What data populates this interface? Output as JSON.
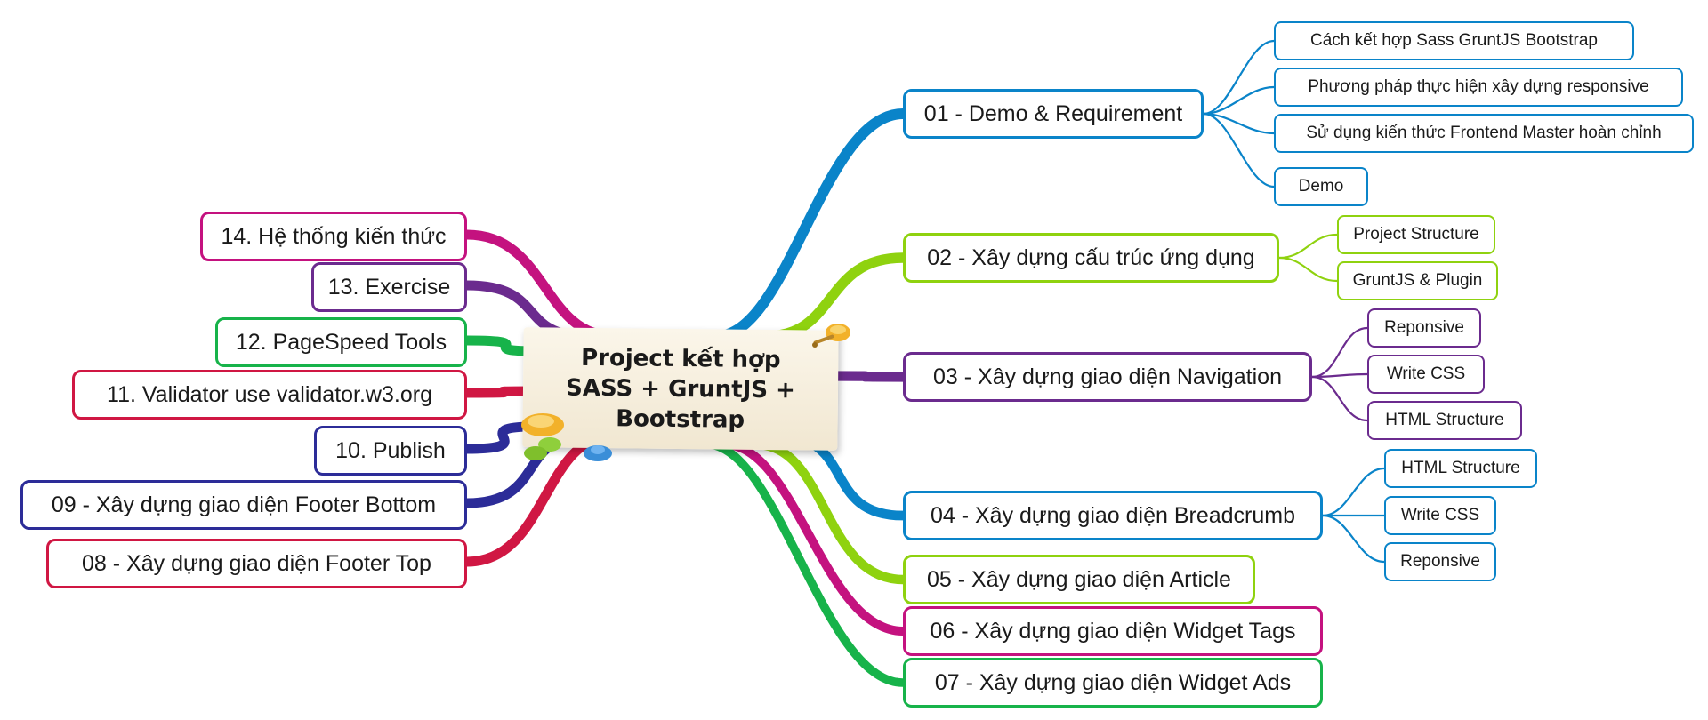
{
  "center": {
    "title": "Project kết hợp\nSASS + GruntJS +\nBootstrap"
  },
  "colors": {
    "blue": "#0a84c9",
    "green": "#8fd20f",
    "purple": "#6b2b8e",
    "magenta": "#c4127f",
    "dkgreen": "#17b34a",
    "red": "#d01743",
    "navy": "#2c2c98"
  },
  "right_branches": [
    {
      "label": "01 - Demo & Requirement",
      "color": "blue",
      "children": [
        "Cách kết hợp Sass GruntJS Bootstrap",
        "Phương pháp thực hiện xây dựng responsive",
        "Sử dụng kiến thức Frontend Master hoàn chỉnh",
        "Demo"
      ]
    },
    {
      "label": "02 - Xây dựng cấu trúc ứng dụng",
      "color": "green",
      "children": [
        "Project Structure",
        "GruntJS & Plugin"
      ]
    },
    {
      "label": "03 - Xây dựng giao diện Navigation",
      "color": "purple",
      "children": [
        "Reponsive",
        "Write CSS",
        "HTML Structure"
      ]
    },
    {
      "label": "04 - Xây dựng giao diện Breadcrumb",
      "color": "blue",
      "children": [
        "HTML Structure",
        "Write CSS",
        "Reponsive"
      ]
    },
    {
      "label": "05 - Xây dựng giao diện Article",
      "color": "green",
      "children": []
    },
    {
      "label": "06 - Xây dựng giao diện Widget Tags",
      "color": "magenta",
      "children": []
    },
    {
      "label": "07 - Xây dựng giao diện Widget Ads",
      "color": "dkgreen",
      "children": []
    }
  ],
  "left_branches": [
    {
      "label": "14. Hệ thống kiến thức",
      "color": "magenta"
    },
    {
      "label": "13. Exercise",
      "color": "purple"
    },
    {
      "label": "12. PageSpeed Tools",
      "color": "dkgreen"
    },
    {
      "label": "11. Validator use validator.w3.org",
      "color": "red"
    },
    {
      "label": "10. Publish",
      "color": "navy"
    },
    {
      "label": "09 - Xây dựng giao diện Footer Bottom",
      "color": "navy"
    },
    {
      "label": "08 - Xây dựng giao diện Footer Top",
      "color": "red"
    }
  ]
}
